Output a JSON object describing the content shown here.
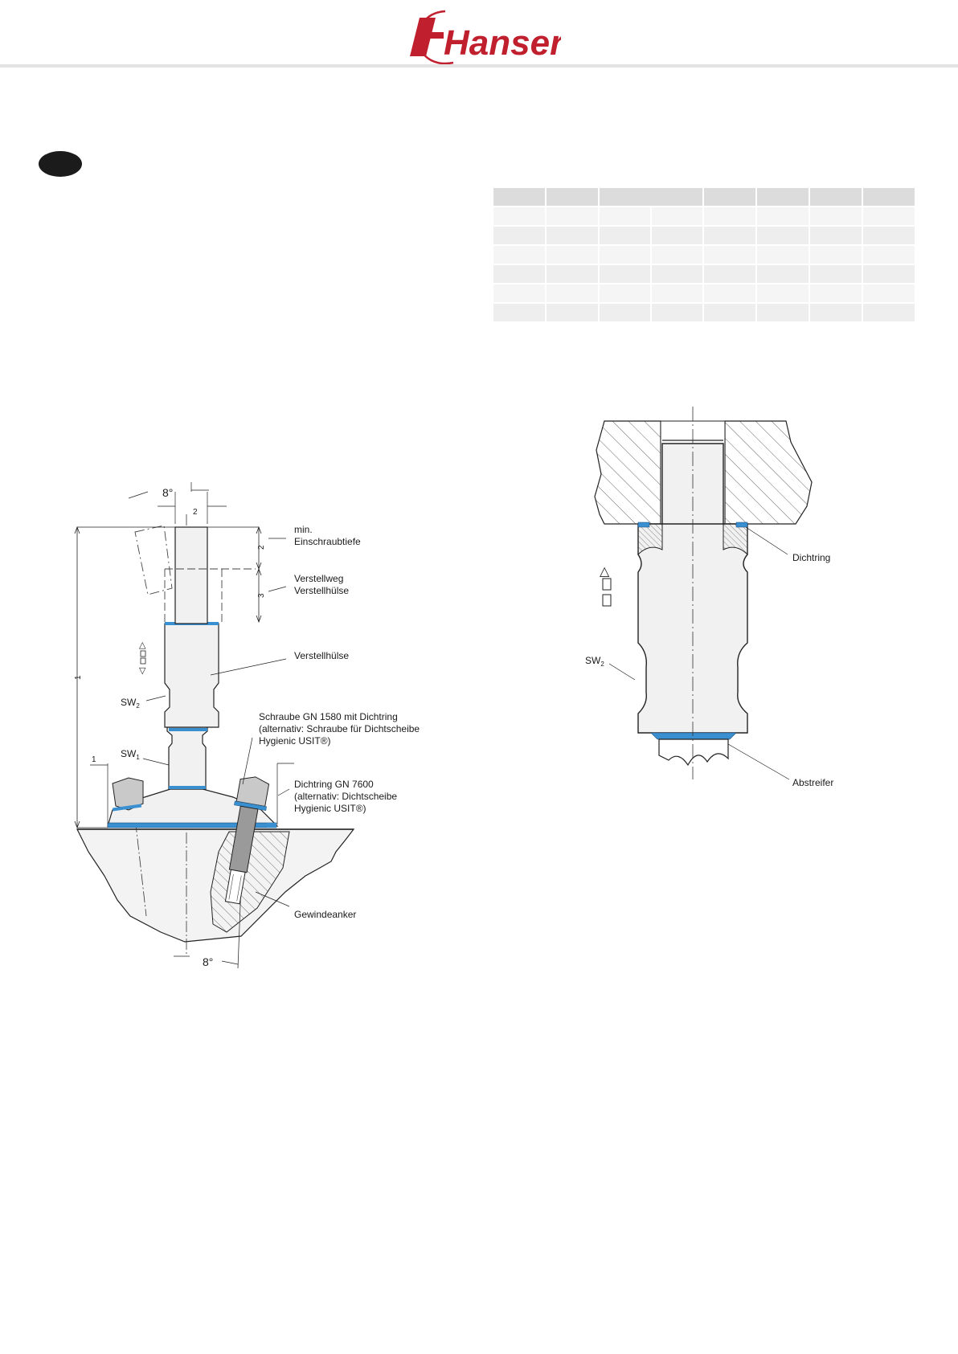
{
  "brand": {
    "name": "Hanser",
    "color": "#c0202e"
  },
  "colors": {
    "seal_blue": "#3a8fd0",
    "part_fill": "#f1f1f1"
  },
  "table": {
    "columns": 8,
    "rows": 7,
    "merged_header_cols": [
      2,
      3
    ]
  },
  "drawing_left": {
    "angle_top": "8°",
    "angle_bottom": "8°",
    "dim_1": "1",
    "dim_2": "2",
    "dim_3": "3",
    "dim_1_small": "1",
    "label_min_1": "min.",
    "label_min_2": "Einschraubtiefe",
    "label_verstellweg_1": "Verstellweg",
    "label_verstellweg_2": "Verstellhülse",
    "label_verstellhuelse": "Verstellhülse",
    "label_sw2": "SW",
    "label_sw2_sub": "2",
    "label_sw1": "SW",
    "label_sw1_sub": "1",
    "label_schraube_1": "Schraube GN 1580 mit Dichtring",
    "label_schraube_2": "(alternativ: Schraube für Dichtscheibe",
    "label_schraube_3": "Hygienic USIT®)",
    "label_dichtring_1": "Dichtring GN 7600",
    "label_dichtring_2": "(alternativ: Dichtscheibe",
    "label_dichtring_3": "Hygienic USIT®)",
    "label_gewindeanker": "Gewindeanker"
  },
  "drawing_right": {
    "label_dichtring": "Dichtring",
    "label_sw2": "SW",
    "label_sw2_sub": "2",
    "label_abstreifer": "Abstreifer"
  }
}
